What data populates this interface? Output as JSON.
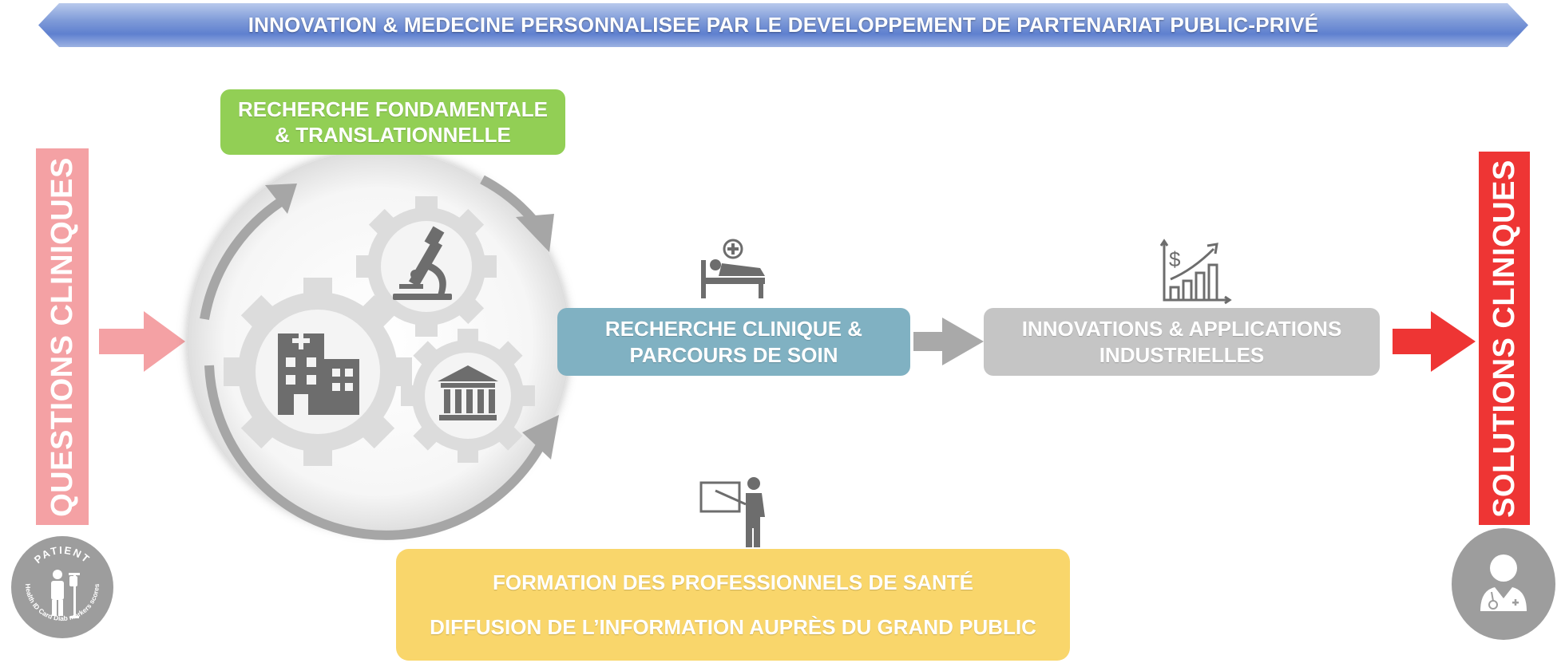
{
  "banner": {
    "title": "INNOVATION & MEDECINE PERSONNALISEE PAR LE DEVELOPPEMENT DE PARTENARIAT PUBLIC-PRIVÉ"
  },
  "left_bar": {
    "label": "QUESTIONS CLINIQUES",
    "color": "#f4a1a4"
  },
  "right_bar": {
    "label": "SOLUTIONS CLINIQUES",
    "color": "#ee3534"
  },
  "fundamental_box": {
    "line1": "RECHERCHE FONDAMENTALE",
    "line2": "& TRANSLATIONNELLE",
    "color": "#92cf55"
  },
  "clinical_box": {
    "line1": "RECHERCHE CLINIQUE &",
    "line2": "PARCOURS DE SOIN",
    "color": "#80b1c2"
  },
  "industrial_box": {
    "line1": "INNOVATIONS & APPLICATIONS",
    "line2": "INDUSTRIELLES",
    "color": "#c5c5c5"
  },
  "training_box": {
    "line1": "FORMATION DES PROFESSIONNELS DE SANTÉ",
    "line2": "DIFFUSION DE L’INFORMATION AUPRÈS DU GRAND PUBLIC",
    "color": "#f9d66b"
  },
  "patient_badge": {
    "top_text": "PATIENT",
    "bottom_text": "Health ID Card Diab markers scores"
  },
  "icons": [
    "hospital-icon",
    "microscope-icon",
    "institution-icon",
    "patient-bed-icon",
    "growth-chart-icon",
    "teacher-icon",
    "doctor-icon"
  ]
}
